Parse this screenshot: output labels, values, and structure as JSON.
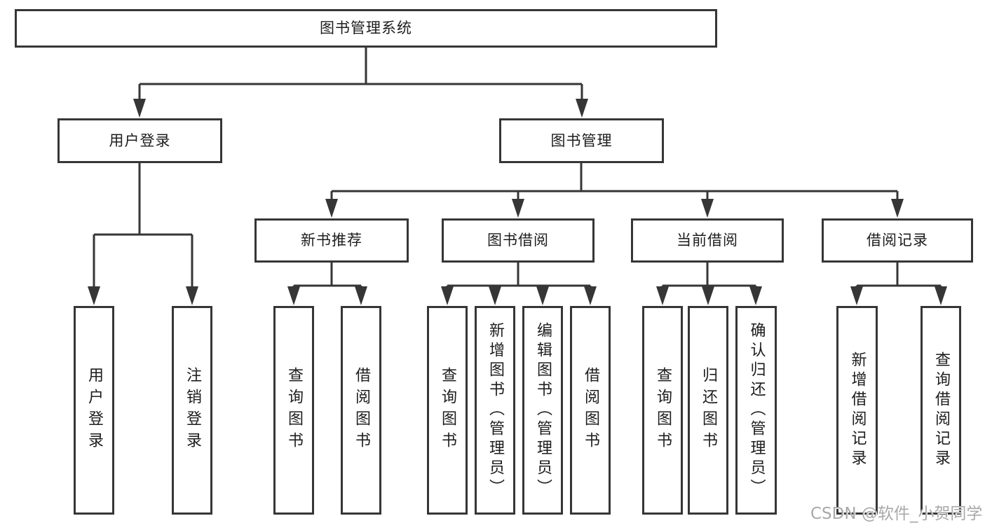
{
  "tree": {
    "label": "图书管理系统",
    "children": [
      {
        "label": "用户登录",
        "children": [
          {
            "label": "用户登录"
          },
          {
            "label": "注销登录"
          }
        ]
      },
      {
        "label": "图书管理",
        "children": [
          {
            "label": "新书推荐",
            "children": [
              {
                "label": "查询图书"
              },
              {
                "label": "借阅图书"
              }
            ]
          },
          {
            "label": "图书借阅",
            "children": [
              {
                "label": "查询图书"
              },
              {
                "label": "新增图书（管理员）"
              },
              {
                "label": "编辑图书（管理员）"
              },
              {
                "label": "借阅图书"
              }
            ]
          },
          {
            "label": "当前借阅",
            "children": [
              {
                "label": "查询图书"
              },
              {
                "label": "归还图书"
              },
              {
                "label": "确认归还（管理员）"
              }
            ]
          },
          {
            "label": "借阅记录",
            "children": [
              {
                "label": "新增借阅记录"
              },
              {
                "label": "查询借阅记录"
              }
            ]
          }
        ]
      }
    ]
  },
  "watermark": {
    "text": "CSDN @软件_小贺同学"
  },
  "colors": {
    "line": "#363636",
    "text": "#1d1d1f",
    "box_background": "#ffffff",
    "watermark": "#a9a9a9"
  }
}
